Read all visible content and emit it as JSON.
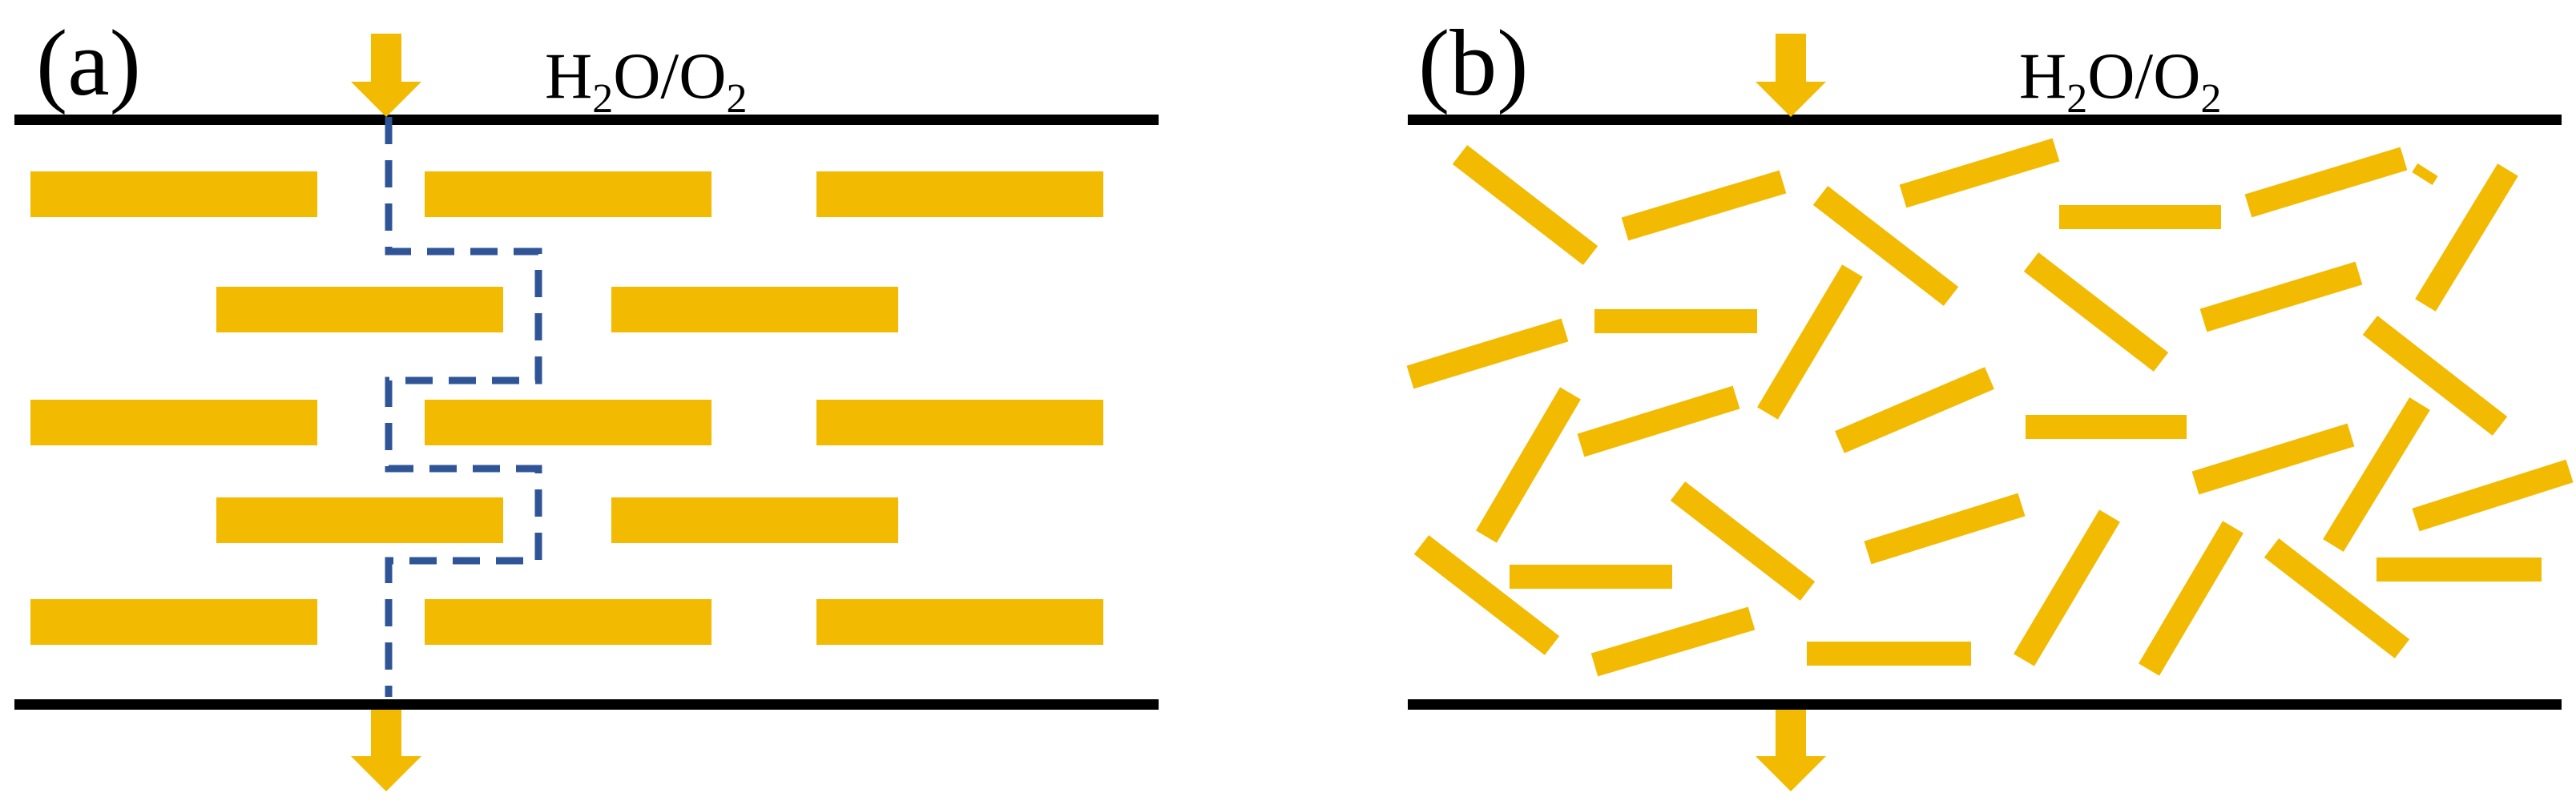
{
  "colors": {
    "flake": "#F2BA00",
    "arrow": "#F2BA00",
    "membrane": "#000000",
    "path": "#2F5597",
    "background": "#FFFFFF"
  },
  "panels": [
    {
      "id": "a",
      "label": "(a)",
      "permeant": {
        "main": "H",
        "sub1": "2",
        "mid": "O/O",
        "sub2": "2"
      },
      "arrangement": "aligned"
    },
    {
      "id": "b",
      "label": "(b)",
      "permeant": {
        "main": "H",
        "sub1": "2",
        "mid": "O/O",
        "sub2": "2"
      },
      "arrangement": "random"
    }
  ]
}
